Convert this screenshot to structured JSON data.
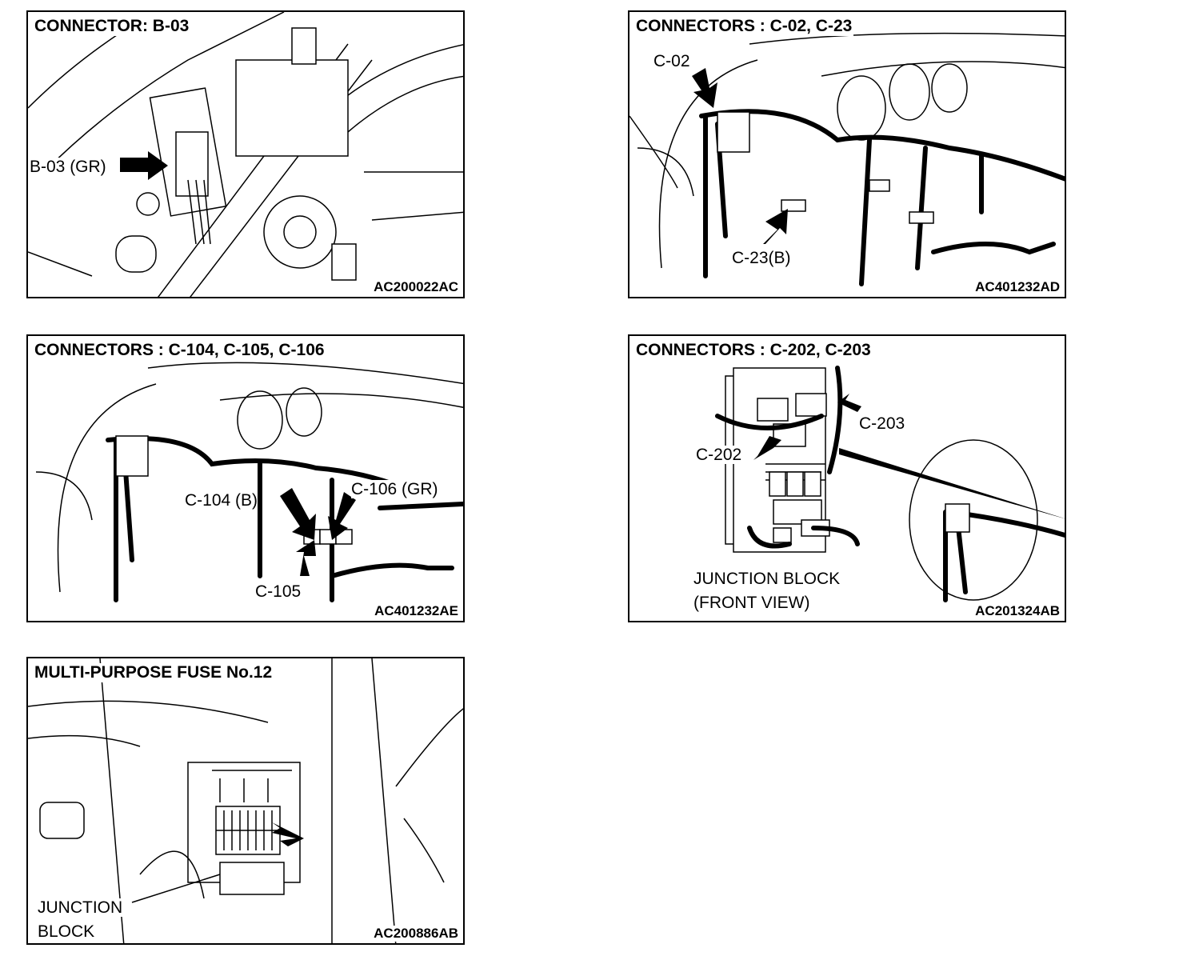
{
  "panels": [
    {
      "title": "CONNECTOR: B-03",
      "code": "AC200022AC",
      "labels": [
        "B-03 (GR)"
      ]
    },
    {
      "title": "CONNECTORS : C-02, C-23",
      "code": "AC401232AD",
      "labels": [
        "C-02",
        "C-23(B)"
      ]
    },
    {
      "title": "CONNECTORS : C-104, C-105, C-106",
      "code": "AC401232AE",
      "labels": [
        "C-104 (B)",
        "C-106 (GR)",
        "C-105"
      ]
    },
    {
      "title": "CONNECTORS : C-202, C-203",
      "code": "AC201324AB",
      "labels": [
        "C-203",
        "C-202",
        "JUNCTION BLOCK",
        "(FRONT VIEW)"
      ]
    },
    {
      "title": "MULTI-PURPOSE FUSE No.12",
      "code": "AC200886AB",
      "labels": [
        "JUNCTION",
        "BLOCK"
      ]
    }
  ]
}
